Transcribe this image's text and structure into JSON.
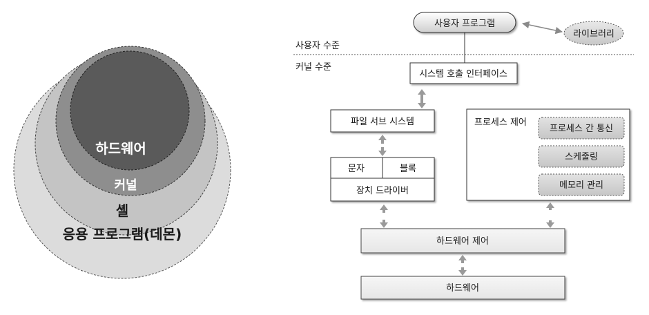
{
  "onion": {
    "hardware": "하드웨어",
    "kernel": "커널",
    "shell": "셸",
    "app": "응용 프로그램(데몬)"
  },
  "levels": {
    "user": "사용자 수준",
    "kernel": "커널 수준"
  },
  "blocks": {
    "user_program": "사용자 프로그램",
    "library": "라이브러리",
    "syscall_interface": "시스템 호출 인터페이스",
    "file_subsystem": "파일 서브 시스템",
    "char": "문자",
    "block": "블록",
    "device_driver": "장치 드라이버",
    "process_control": "프로세스 제어",
    "ipc": "프로세스 간 통신",
    "scheduling": "스케줄링",
    "memory_mgmt": "메모리 관리",
    "hardware_control": "하드웨어 제어",
    "hardware": "하드웨어"
  },
  "colors": {
    "outer_ring": "#dcdcdc",
    "shell_ring": "#c4c4c4",
    "kernel_ring": "#8e8e8e",
    "hardware_core": "#5a5a5a",
    "box_fill": "#f2f2f2",
    "sub_box_fill": "#d6d6d6",
    "arrow": "#9a9a9a"
  }
}
